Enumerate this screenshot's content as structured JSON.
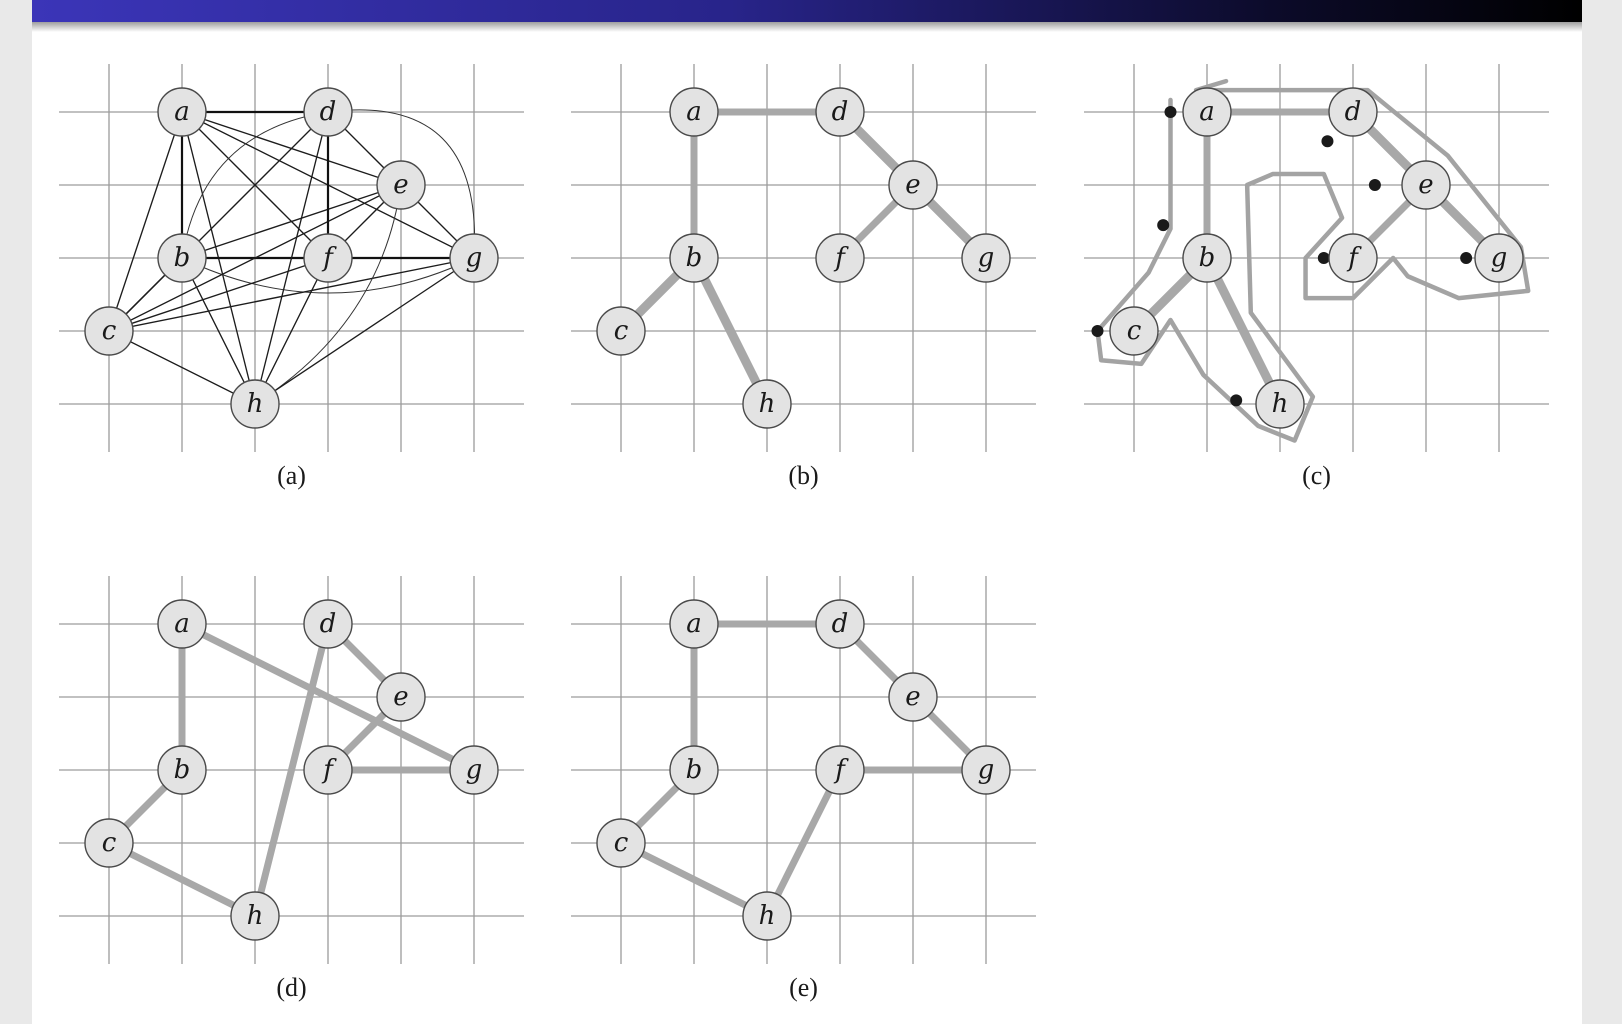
{
  "panels": [
    {
      "id": "a",
      "caption": "(a)"
    },
    {
      "id": "b",
      "caption": "(b)"
    },
    {
      "id": "c",
      "caption": "(c)"
    },
    {
      "id": "d",
      "caption": "(d)"
    },
    {
      "id": "e",
      "caption": "(e)"
    }
  ],
  "vertices": [
    {
      "id": "a",
      "label": "a",
      "gx": 1,
      "gy": 1
    },
    {
      "id": "b",
      "label": "b",
      "gx": 1,
      "gy": 3
    },
    {
      "id": "c",
      "label": "c",
      "gx": 0,
      "gy": 4
    },
    {
      "id": "d",
      "label": "d",
      "gx": 3,
      "gy": 1
    },
    {
      "id": "e",
      "label": "e",
      "gx": 4,
      "gy": 2
    },
    {
      "id": "f",
      "label": "f",
      "gx": 3,
      "gy": 3
    },
    {
      "id": "g",
      "label": "g",
      "gx": 5,
      "gy": 3
    },
    {
      "id": "h",
      "label": "h",
      "gx": 2,
      "gy": 5
    }
  ],
  "graphs": {
    "complete_edges_note": "panel (a): complete graph on all vertices",
    "mst_edges": [
      [
        "a",
        "d"
      ],
      [
        "a",
        "b"
      ],
      [
        "b",
        "c"
      ],
      [
        "b",
        "h"
      ],
      [
        "d",
        "e"
      ],
      [
        "e",
        "f"
      ],
      [
        "e",
        "g"
      ]
    ],
    "panel_d_edges": [
      [
        "a",
        "b"
      ],
      [
        "b",
        "c"
      ],
      [
        "c",
        "h"
      ],
      [
        "h",
        "d"
      ],
      [
        "d",
        "e"
      ],
      [
        "e",
        "f"
      ],
      [
        "f",
        "g"
      ],
      [
        "g",
        "a"
      ]
    ],
    "panel_e_edges": [
      [
        "a",
        "d"
      ],
      [
        "d",
        "e"
      ],
      [
        "e",
        "g"
      ],
      [
        "g",
        "f"
      ],
      [
        "f",
        "h"
      ],
      [
        "h",
        "c"
      ],
      [
        "c",
        "b"
      ],
      [
        "b",
        "a"
      ]
    ]
  },
  "colors": {
    "node_fill": "#e3e3e3",
    "thick_edge": "#a8a8a8",
    "grid": "#9c9c9c",
    "title_bar_start": "#3b35b8",
    "title_bar_end": "#000000"
  }
}
